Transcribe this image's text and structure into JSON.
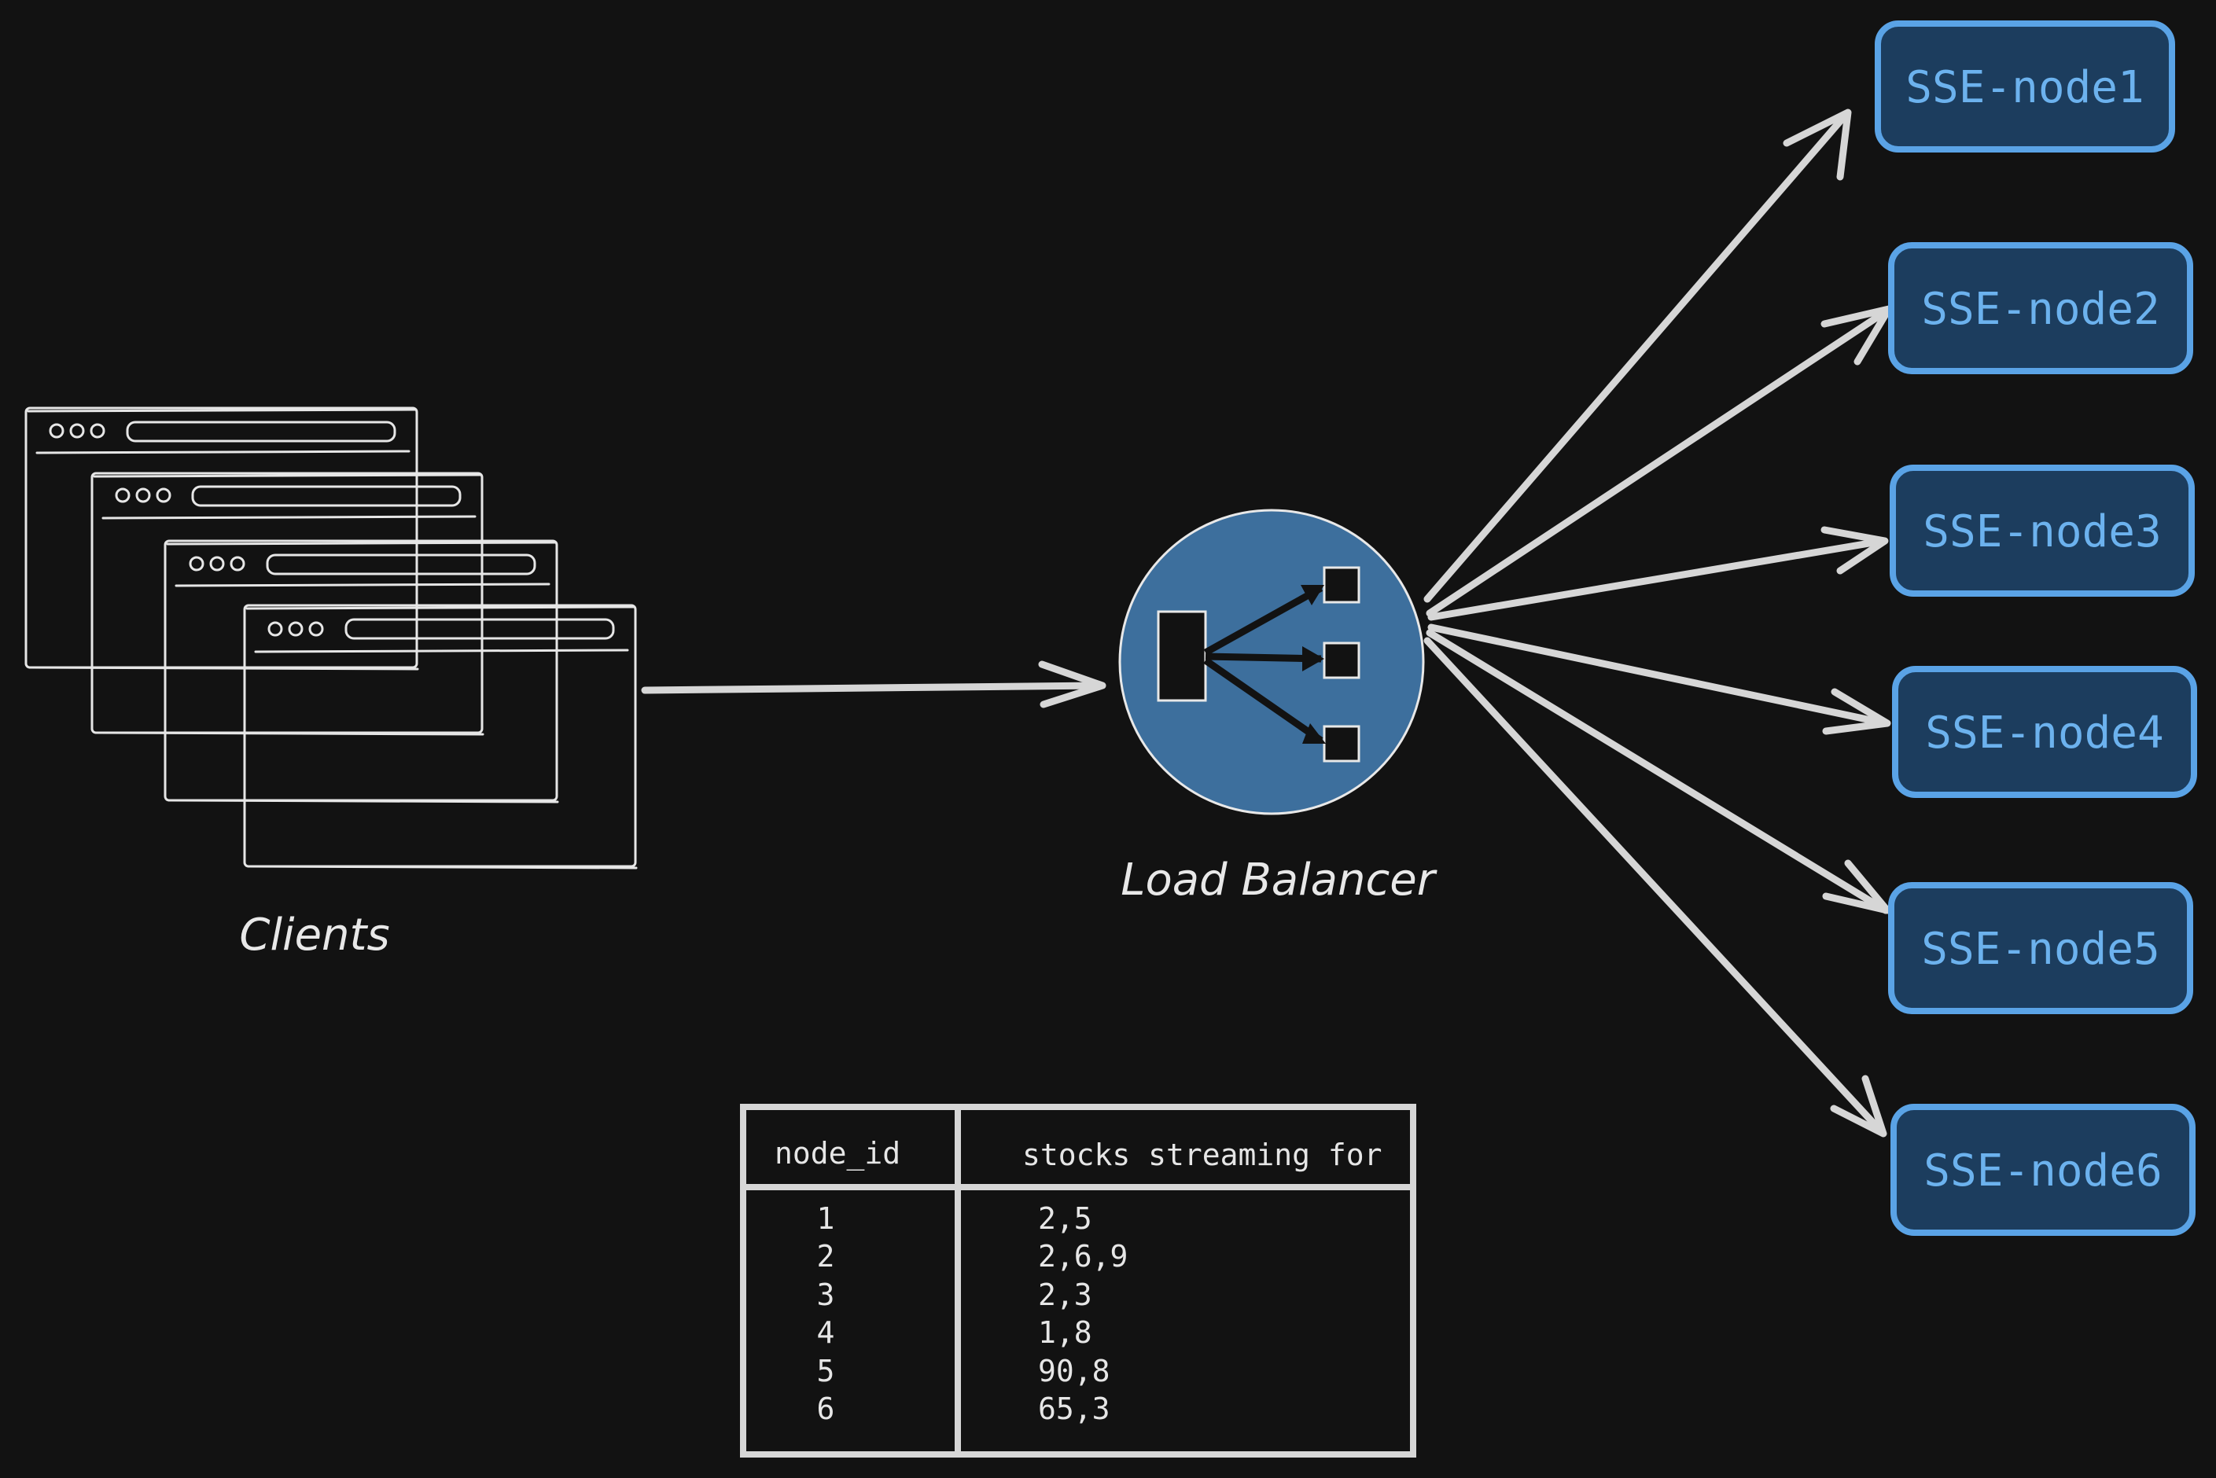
{
  "colors": {
    "background": "#121212",
    "node_fill": "#1c3d5e",
    "node_stroke": "#5aa3e6",
    "node_text": "#6cb2ee",
    "balancer_fill": "#3d6f9d",
    "arrow": "#d6d6d6",
    "sketch": "#e6e6e6"
  },
  "clients": {
    "label": "Clients",
    "icon": "browser-window-stack-icon"
  },
  "load_balancer": {
    "label": "Load Balancer",
    "icon": "load-balancer-icon"
  },
  "nodes": [
    {
      "label": "SSE-node1"
    },
    {
      "label": "SSE-node2"
    },
    {
      "label": "SSE-node3"
    },
    {
      "label": "SSE-node4"
    },
    {
      "label": "SSE-node5"
    },
    {
      "label": "SSE-node6"
    }
  ],
  "table": {
    "headers": [
      "node_id",
      "stocks streaming for"
    ],
    "rows": [
      [
        "1",
        "2,5"
      ],
      [
        "2",
        "2,6,9"
      ],
      [
        "3",
        "2,3"
      ],
      [
        "4",
        "1,8"
      ],
      [
        "5",
        "90,8"
      ],
      [
        "6",
        "65,3"
      ]
    ]
  }
}
